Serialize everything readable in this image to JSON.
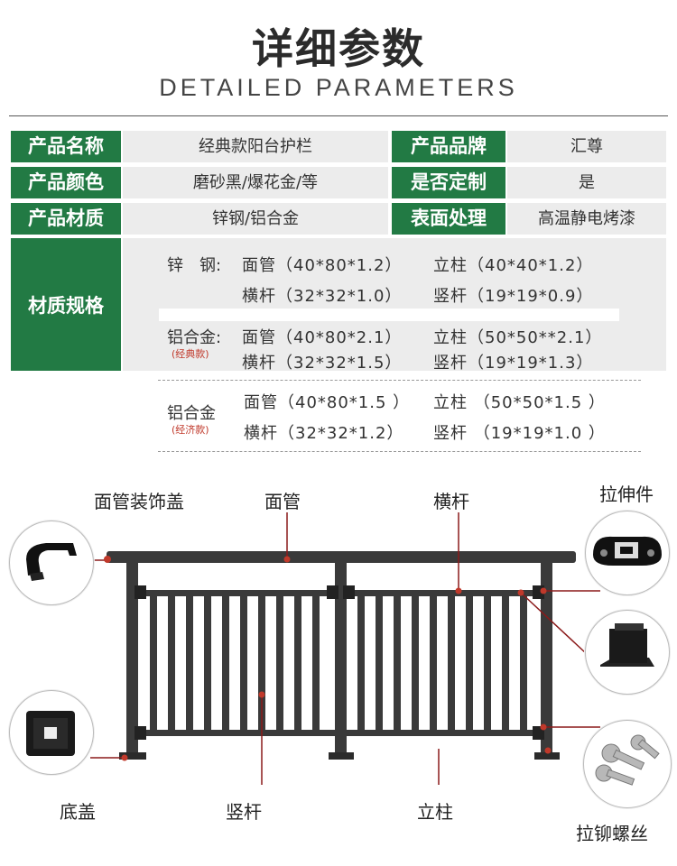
{
  "header": {
    "title": "详细参数",
    "subtitle": "DETAILED PARAMETERS"
  },
  "params": [
    {
      "label": "产品名称",
      "value": "经典款阳台护栏",
      "label2": "产品品牌",
      "value2": "汇尊"
    },
    {
      "label": "产品颜色",
      "value": "磨砂黑/爆花金/等",
      "label2": "是否定制",
      "value2": "是"
    },
    {
      "label": "产品材质",
      "value": "锌钢/铝合金",
      "label2": "表面处理",
      "value2": "高温静电烤漆"
    }
  ],
  "spec": {
    "label": "材质规格",
    "groups": [
      {
        "name": "锌　钢:",
        "note": "",
        "rows": [
          [
            "面管（40*80*1.2）",
            "立柱（40*40*1.2）"
          ],
          [
            "横杆（32*32*1.0）",
            "竖杆（19*19*0.9）"
          ]
        ]
      },
      {
        "name": "铝合金:",
        "note": "(经典款)",
        "rows": [
          [
            "面管（40*80*2.1）",
            "立柱（50*50**2.1）"
          ],
          [
            "横杆（32*32*1.5）",
            "竖杆（19*19*1.3）"
          ]
        ]
      },
      {
        "name": "铝合金",
        "note": "(经济款)",
        "rows": [
          [
            "面管（40*80*1.5 ）",
            "立柱 （50*50*1.5 ）"
          ],
          [
            "横杆（32*32*1.2）",
            "竖杆 （19*19*1.0 ）"
          ]
        ]
      }
    ]
  },
  "diagram": {
    "labels": {
      "top_cap": "面管装饰盖",
      "top_rail": "面管",
      "rail": "横杆",
      "bracket": "拉伸件",
      "base": "底盖",
      "baluster": "竖杆",
      "post": "立柱",
      "screw": "拉铆螺丝"
    },
    "colors": {
      "accent_green": "#227a44",
      "marker_red": "#c0392b",
      "metal": "#333333"
    }
  }
}
